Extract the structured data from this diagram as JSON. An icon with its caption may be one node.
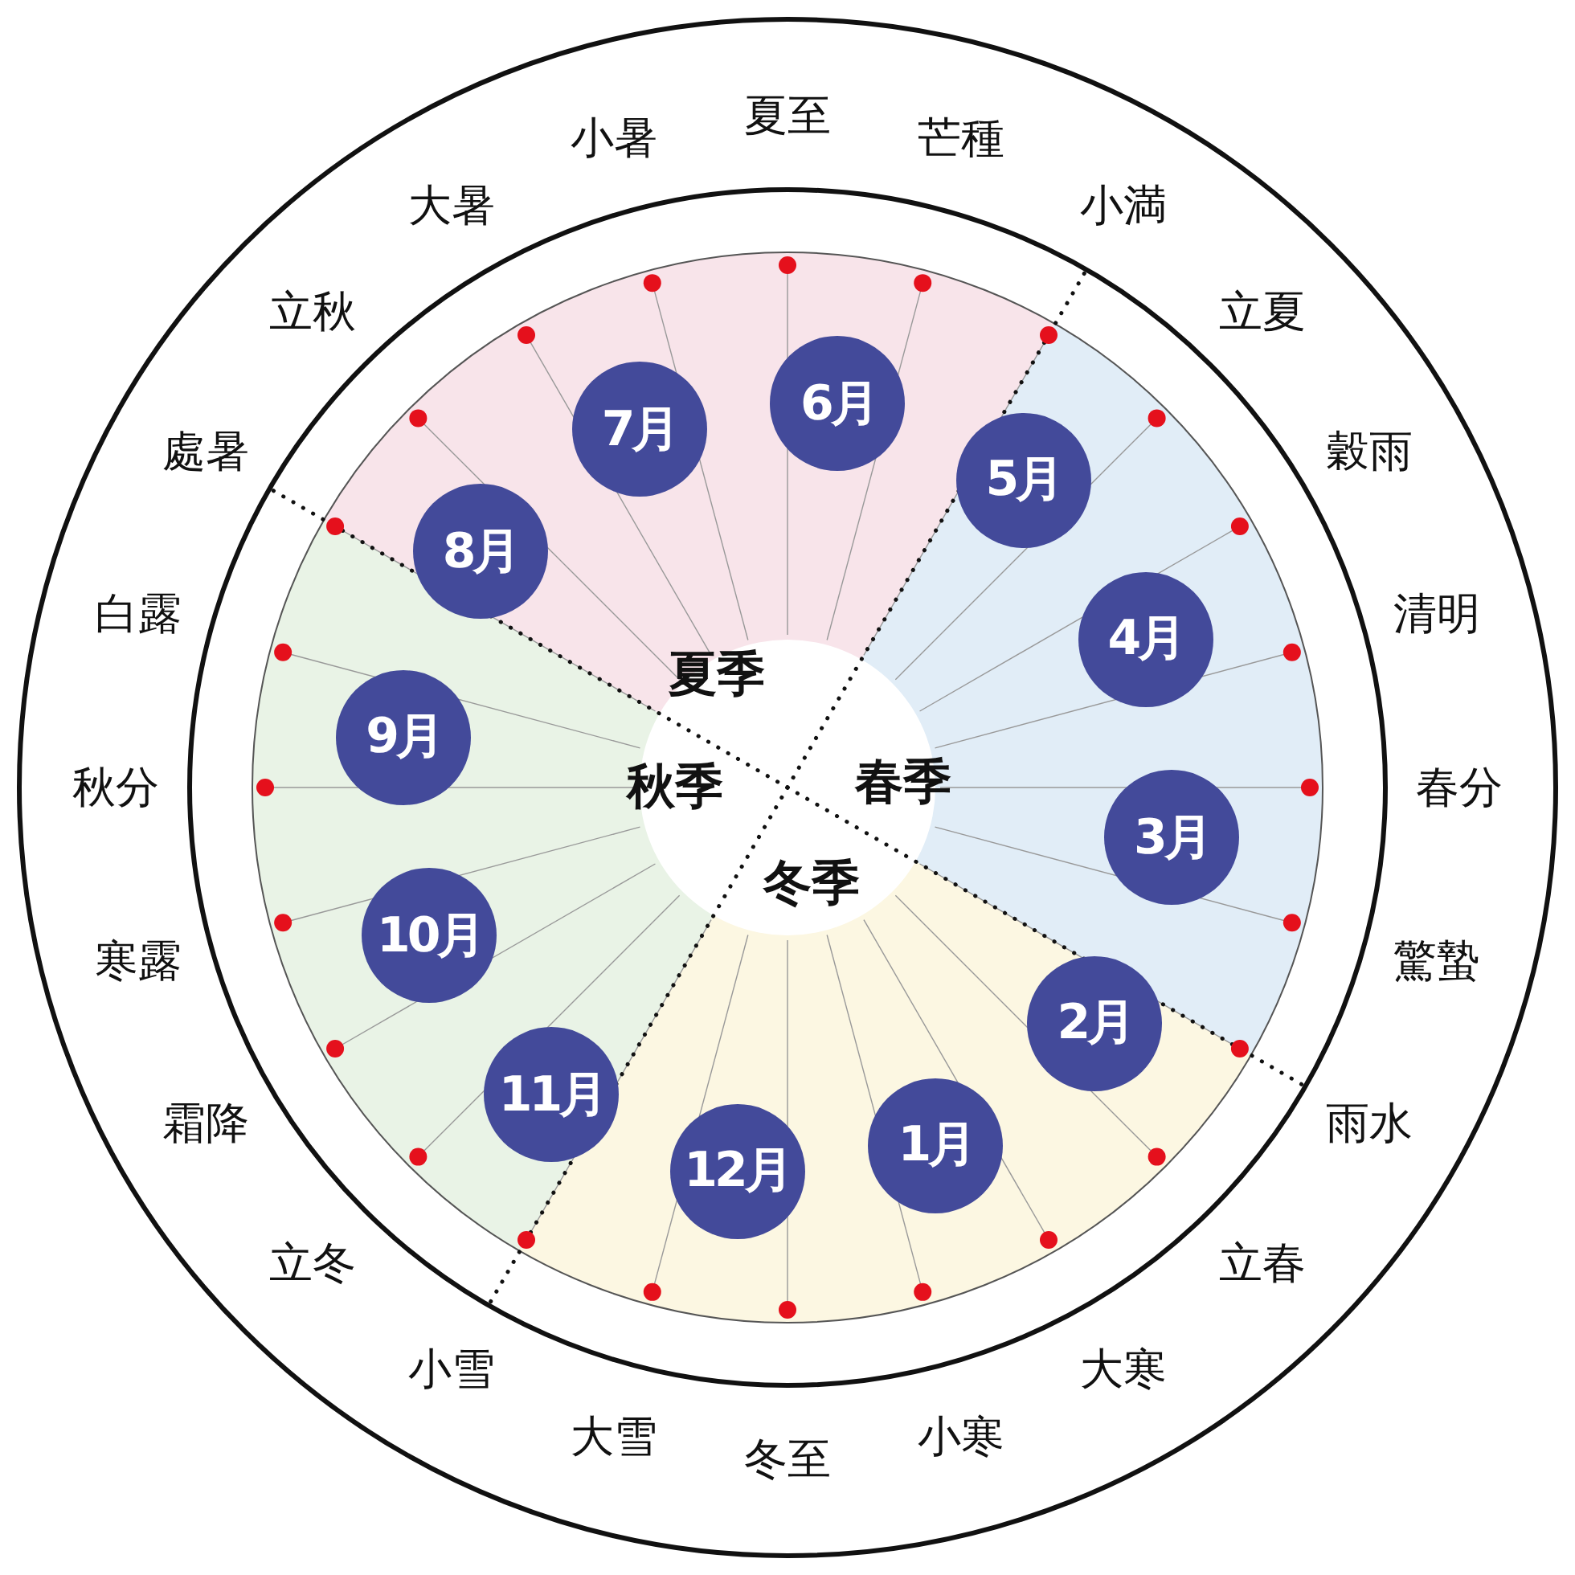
{
  "diagram": {
    "nodes": [
      {
        "text": [
          "夏季"
        ]
      },
      {
        "text": [
          "秋季"
        ]
      },
      {
        "text": [
          "春季"
        ]
      },
      {
        "text": [
          "冬季"
        ]
      },
      {
        "text": [
          "6月"
        ],
        "in": 0
      },
      {
        "text": [
          "5月"
        ],
        "in": 2
      },
      {
        "text": [
          "4月"
        ],
        "in": 2
      },
      {
        "text": [
          "3月"
        ],
        "in": 2
      },
      {
        "text": [
          "2月"
        ],
        "in": 3
      },
      {
        "text": [
          "1月"
        ],
        "in": 3
      },
      {
        "text": [
          "12月"
        ],
        "in": 3
      },
      {
        "text": [
          "11月"
        ],
        "in": 1
      },
      {
        "text": [
          "10月"
        ],
        "in": 1
      },
      {
        "text": [
          "9月"
        ],
        "in": 1
      },
      {
        "text": [
          "8月"
        ],
        "in": 0
      },
      {
        "text": [
          "7月"
        ],
        "in": 0
      }
    ],
    "edges": [],
    "labels": [
      "夏至",
      "芒種",
      "小満",
      "立夏",
      "穀雨",
      "清明",
      "春分",
      "驚蟄",
      "雨水",
      "立春",
      "大寒",
      "小寒",
      "冬至",
      "大雪",
      "小雪",
      "立冬",
      "霜降",
      "寒露",
      "秋分",
      "白露",
      "處暑",
      "立秋",
      "大暑",
      "小暑"
    ]
  }
}
